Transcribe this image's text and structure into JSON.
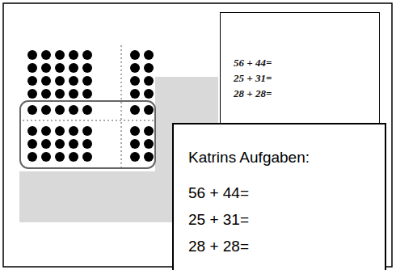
{
  "diagram": {
    "nodes": [
      {
        "text": [
          "56 + 44=",
          "25 + 31=",
          "28 + 28="
        ]
      },
      {
        "text": [
          "Katrins Aufgaben:",
          "56 + 44=",
          "25 + 31=",
          "28 + 28="
        ]
      }
    ]
  }
}
